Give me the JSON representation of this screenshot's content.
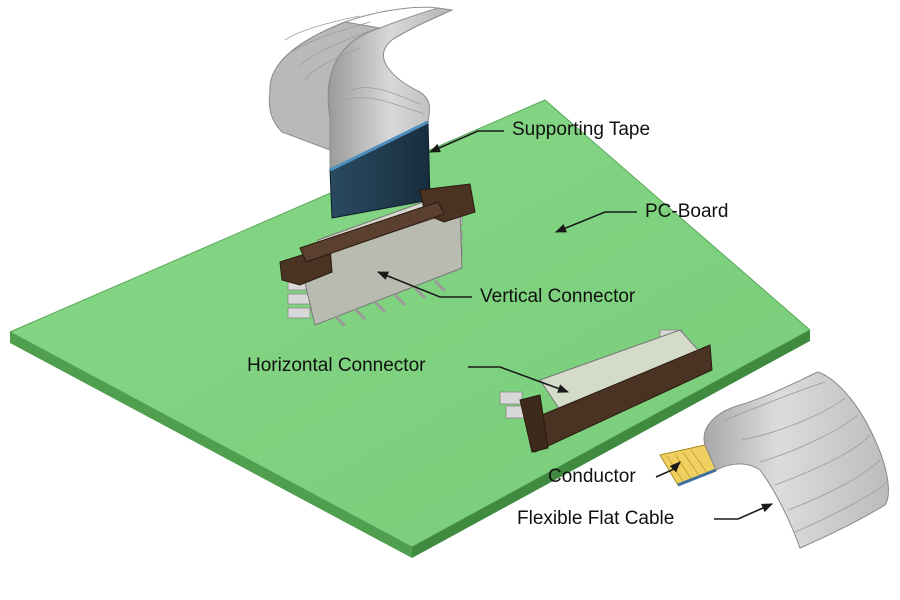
{
  "labels": {
    "supporting_tape": "Supporting Tape",
    "pc_board": "PC-Board",
    "vertical_connector": "Vertical Connector",
    "horizontal_connector": "Horizontal Connector",
    "conductor": "Conductor",
    "flexible_flat_cable": "Flexible Flat Cable"
  },
  "colors": {
    "board_top": "#7fd37f",
    "board_edge": "#4fa84f",
    "connector_housing": "#4a3322",
    "connector_body": "#cfd3c6",
    "cable": "#c9c9c9",
    "supporting_tape": "#1f3a4e",
    "conductor": "#f0d060"
  }
}
